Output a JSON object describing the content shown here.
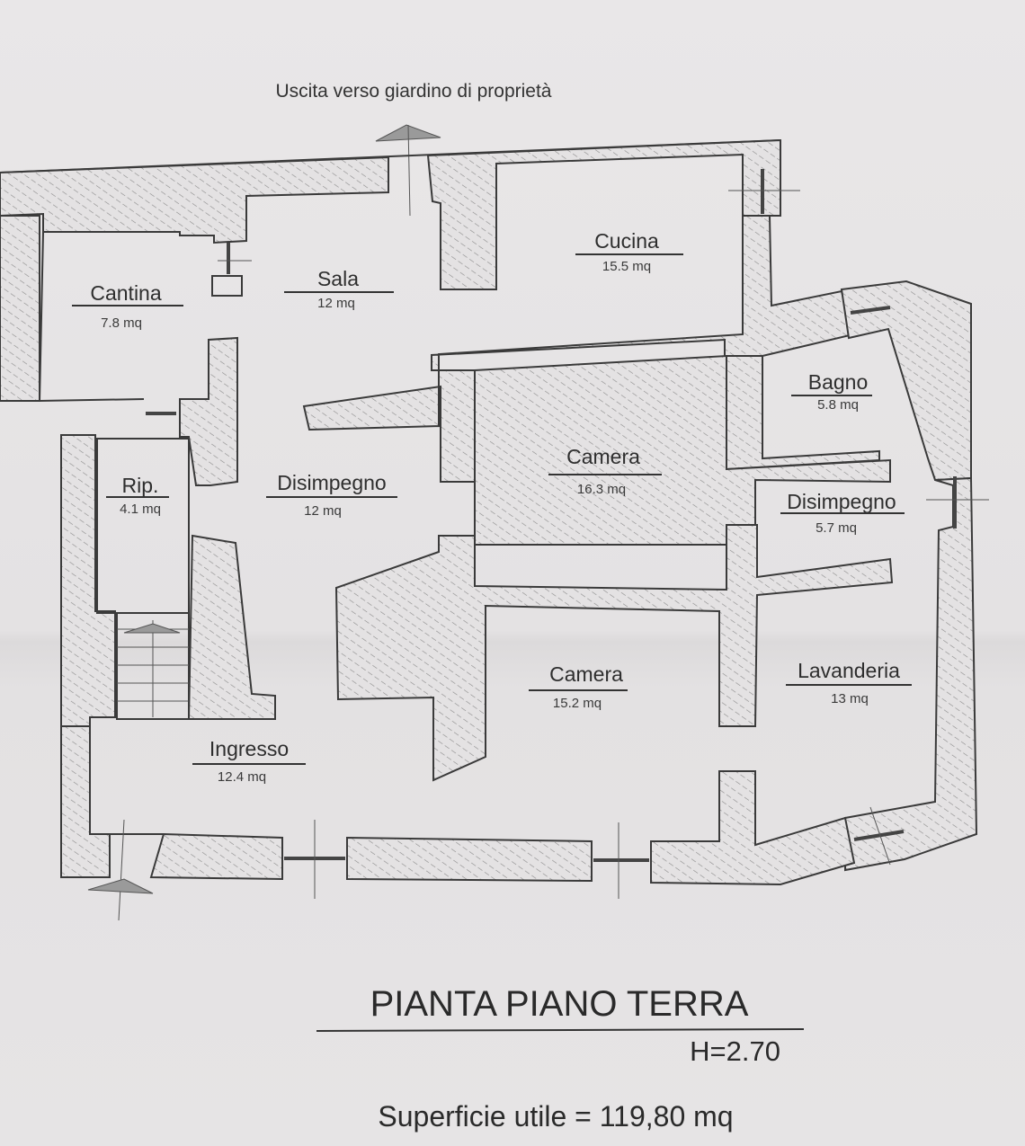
{
  "plan": {
    "exit_label": "Uscita verso giardino di proprietà",
    "title": "PIANTA PIANO TERRA",
    "height_label": "H=2.70",
    "surface_label": "Superficie utile = 119,80 mq",
    "colors": {
      "paper": "#e6e4e5",
      "ink": "#2e2e2e",
      "hatch": "#8a8a8a"
    }
  },
  "rooms": [
    {
      "id": "cantina",
      "name": "Cantina",
      "area": "7.8 mq"
    },
    {
      "id": "sala",
      "name": "Sala",
      "area": "12 mq"
    },
    {
      "id": "cucina",
      "name": "Cucina",
      "area": "15.5 mq"
    },
    {
      "id": "bagno",
      "name": "Bagno",
      "area": "5.8 mq"
    },
    {
      "id": "rip",
      "name": "Rip.",
      "area": "4.1 mq"
    },
    {
      "id": "disimpegno1",
      "name": "Disimpegno",
      "area": "12 mq"
    },
    {
      "id": "camera1",
      "name": "Camera",
      "area": "16.3 mq"
    },
    {
      "id": "disimpegno2",
      "name": "Disimpegno",
      "area": "5.7 mq"
    },
    {
      "id": "camera2",
      "name": "Camera",
      "area": "15.2 mq"
    },
    {
      "id": "lavanderia",
      "name": "Lavanderia",
      "area": "13 mq"
    },
    {
      "id": "ingresso",
      "name": "Ingresso",
      "area": "12.4 mq"
    }
  ]
}
